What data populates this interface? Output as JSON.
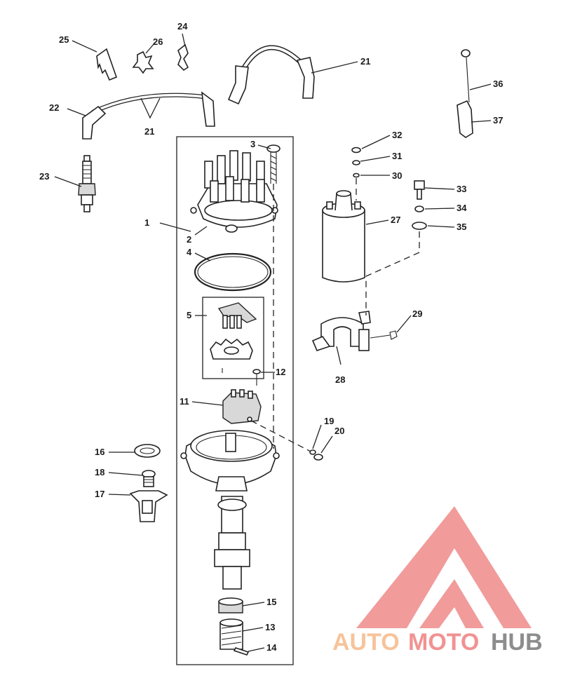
{
  "callouts": [
    {
      "id": "c1",
      "text": "1"
    },
    {
      "id": "c2",
      "text": "2"
    },
    {
      "id": "c3",
      "text": "3"
    },
    {
      "id": "c4",
      "text": "4"
    },
    {
      "id": "c5",
      "text": "5"
    },
    {
      "id": "c11",
      "text": "11"
    },
    {
      "id": "c12",
      "text": "12"
    },
    {
      "id": "c13",
      "text": "13"
    },
    {
      "id": "c14",
      "text": "14"
    },
    {
      "id": "c15",
      "text": "15"
    },
    {
      "id": "c16",
      "text": "16"
    },
    {
      "id": "c17",
      "text": "17"
    },
    {
      "id": "c18",
      "text": "18"
    },
    {
      "id": "c19",
      "text": "19"
    },
    {
      "id": "c20",
      "text": "20"
    },
    {
      "id": "c21a",
      "text": "21"
    },
    {
      "id": "c21b",
      "text": "21"
    },
    {
      "id": "c22",
      "text": "22"
    },
    {
      "id": "c23",
      "text": "23"
    },
    {
      "id": "c24",
      "text": "24"
    },
    {
      "id": "c25",
      "text": "25"
    },
    {
      "id": "c26",
      "text": "26"
    },
    {
      "id": "c27",
      "text": "27"
    },
    {
      "id": "c28",
      "text": "28"
    },
    {
      "id": "c29",
      "text": "29"
    },
    {
      "id": "c30",
      "text": "30"
    },
    {
      "id": "c31",
      "text": "31"
    },
    {
      "id": "c32",
      "text": "32"
    },
    {
      "id": "c33",
      "text": "33"
    },
    {
      "id": "c34",
      "text": "34"
    },
    {
      "id": "c35",
      "text": "35"
    },
    {
      "id": "c36",
      "text": "36"
    },
    {
      "id": "c37",
      "text": "37"
    }
  ],
  "watermark": {
    "part1": "AUTO",
    "part2": "MOTO",
    "part3": "HUB",
    "color_light": "#f6b98a",
    "color_mid": "#ef7f7f",
    "color_dark": "#7a7a7a"
  }
}
